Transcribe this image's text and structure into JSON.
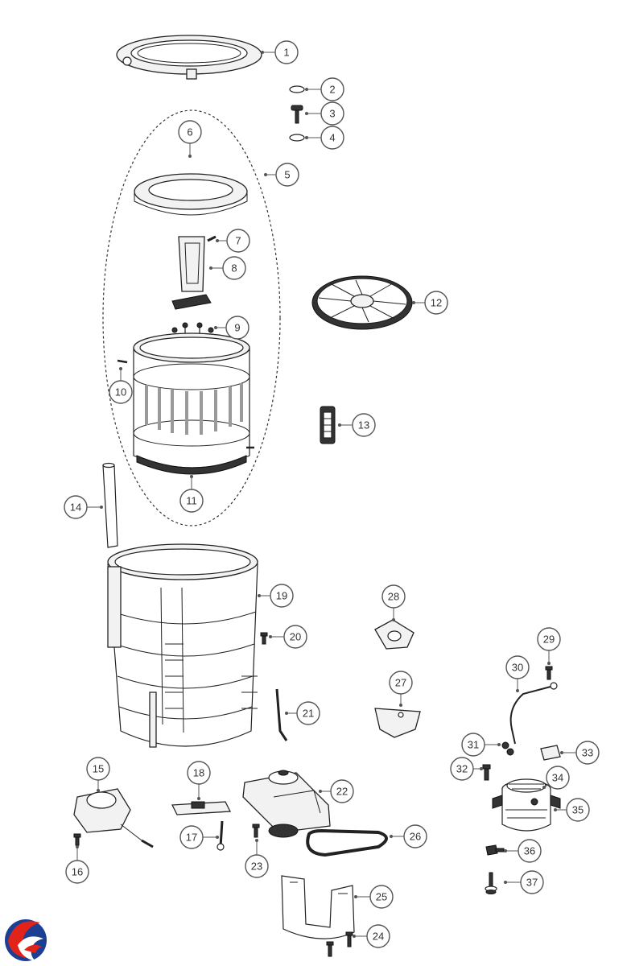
{
  "diagram": {
    "callouts": [
      {
        "label": "1"
      },
      {
        "label": "2"
      },
      {
        "label": "3"
      },
      {
        "label": "4"
      },
      {
        "label": "5"
      },
      {
        "label": "6"
      },
      {
        "label": "7"
      },
      {
        "label": "8"
      },
      {
        "label": "9"
      },
      {
        "label": "10"
      },
      {
        "label": "11"
      },
      {
        "label": "12"
      },
      {
        "label": "13"
      },
      {
        "label": "14"
      },
      {
        "label": "15"
      },
      {
        "label": "16"
      },
      {
        "label": "17"
      },
      {
        "label": "18"
      },
      {
        "label": "19"
      },
      {
        "label": "20"
      },
      {
        "label": "21"
      },
      {
        "label": "22"
      },
      {
        "label": "23"
      },
      {
        "label": "24"
      },
      {
        "label": "25"
      },
      {
        "label": "26"
      },
      {
        "label": "27"
      },
      {
        "label": "28"
      },
      {
        "label": "29"
      },
      {
        "label": "30"
      },
      {
        "label": "31"
      },
      {
        "label": "32"
      },
      {
        "label": "33"
      },
      {
        "label": "34"
      },
      {
        "label": "35"
      },
      {
        "label": "36"
      },
      {
        "label": "37"
      }
    ]
  },
  "logo": {
    "icon": "brand-swirl-logo",
    "colors": [
      "#e2231a",
      "#1c3f94"
    ]
  }
}
